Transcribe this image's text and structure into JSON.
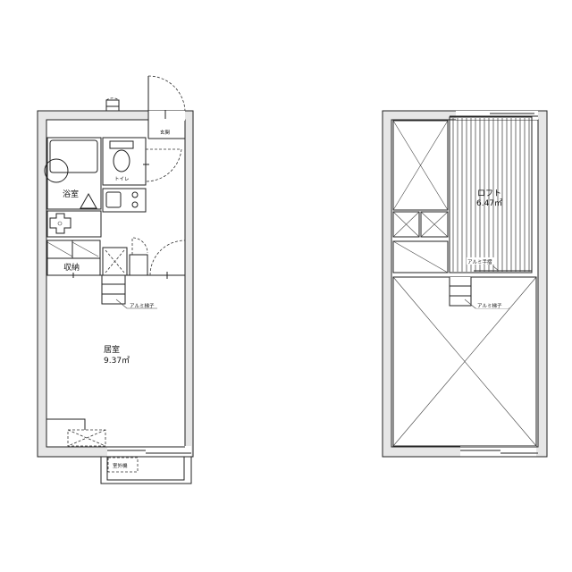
{
  "floor1": {
    "entrance": "玄関",
    "toilet": "トイレ",
    "bathroom": "浴室",
    "storage": "収納",
    "ladder": "アルミ梯子",
    "living_room": "居室",
    "living_area": "9.37㎡",
    "outdoor_unit": "室外機"
  },
  "floor2": {
    "loft": "ロフト",
    "loft_area": "6.47㎡",
    "handrail": "アルミ手摺",
    "ladder": "アルミ梯子"
  }
}
